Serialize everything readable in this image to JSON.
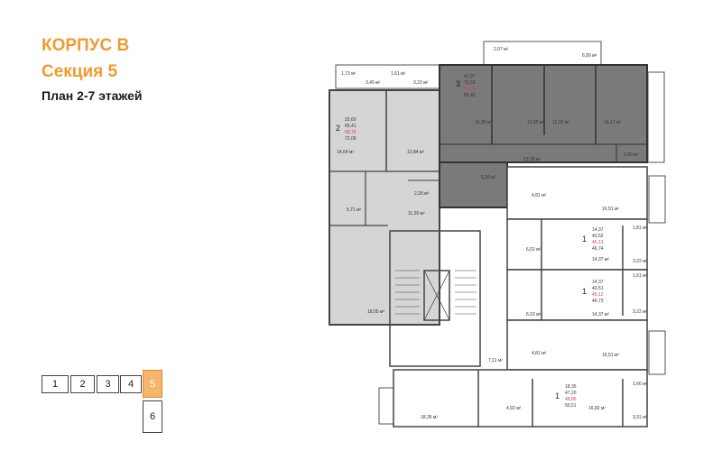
{
  "header": {
    "korpus": "КОРПУС В",
    "section": "Секция 5",
    "plan": "План 2-7 этажей"
  },
  "selector": {
    "sections": [
      "1",
      "2",
      "3",
      "4",
      "5",
      "6"
    ],
    "active": "5"
  },
  "colors": {
    "accent": "#f29a2e",
    "apartment2": "#d5d5d5",
    "apartment3": "#7a7a7a",
    "common": "#ffffff"
  },
  "apartments": [
    {
      "rooms": "3",
      "area_a": "41,97",
      "area_b": "75,52",
      "area_c": "81,34",
      "area_d": "86,42"
    },
    {
      "rooms": "2",
      "area_a": "32,69",
      "area_b": "65,41",
      "area_c": "68,75",
      "area_d": "72,09"
    },
    {
      "rooms": "1",
      "area_a": "14,37",
      "area_b": "43,52",
      "area_c": "45,13",
      "area_d": "46,74"
    },
    {
      "rooms": "1",
      "area_a": "14,37",
      "area_b": "43,51",
      "area_c": "45,12",
      "area_d": "46,73"
    },
    {
      "rooms": "1",
      "area_a": "18,35",
      "area_b": "47,20",
      "area_c": "48,86",
      "area_d": "50,51"
    }
  ],
  "rooms": {
    "r1_73": "1,73 м²",
    "r1_61": "1,61 м²",
    "r3_45": "3,45 м²",
    "r3_22": "3,22 м²",
    "r2_07": "2,07 м²",
    "r6_90": "6,90 м²",
    "r15_39": "15,39 м²",
    "r12_95": "12,95 м²",
    "r12_93": "12,93 м²",
    "r16_17": "16,17 м²",
    "r13_39": "13,39 м²",
    "r3_40": "3,40 м²",
    "r5_29": "5,29 м²",
    "r14_64": "14,64 м²",
    "r13_84": "13,84 м²",
    "r2_28": "2,28 м²",
    "r5_71": "5,71 м²",
    "r11_09": "11,09 м²",
    "r18_05": "18,05 м²",
    "r4_81a": "4,81 м²",
    "r16_51a": "16,51 м²",
    "r6_02a": "6,02 м²",
    "r1_81": "1,81 м²",
    "r3_22b": "3,22 м²",
    "r14_37a": "14,37 м²",
    "r1_61b": "1,61 м²",
    "r6_02b": "6,02 м²",
    "r3_22c": "3,22 м²",
    "r14_37b": "14,37 м²",
    "r4_81b": "4,81 м²",
    "r16_51b": "16,51 м²",
    "r7_11": "7,11 м²",
    "r1_66": "1,66 м²",
    "r18_35": "18,35 м²",
    "r4_92": "4,92 м²",
    "r16_82": "16,82 м²",
    "r3_31": "3,31 м²"
  }
}
